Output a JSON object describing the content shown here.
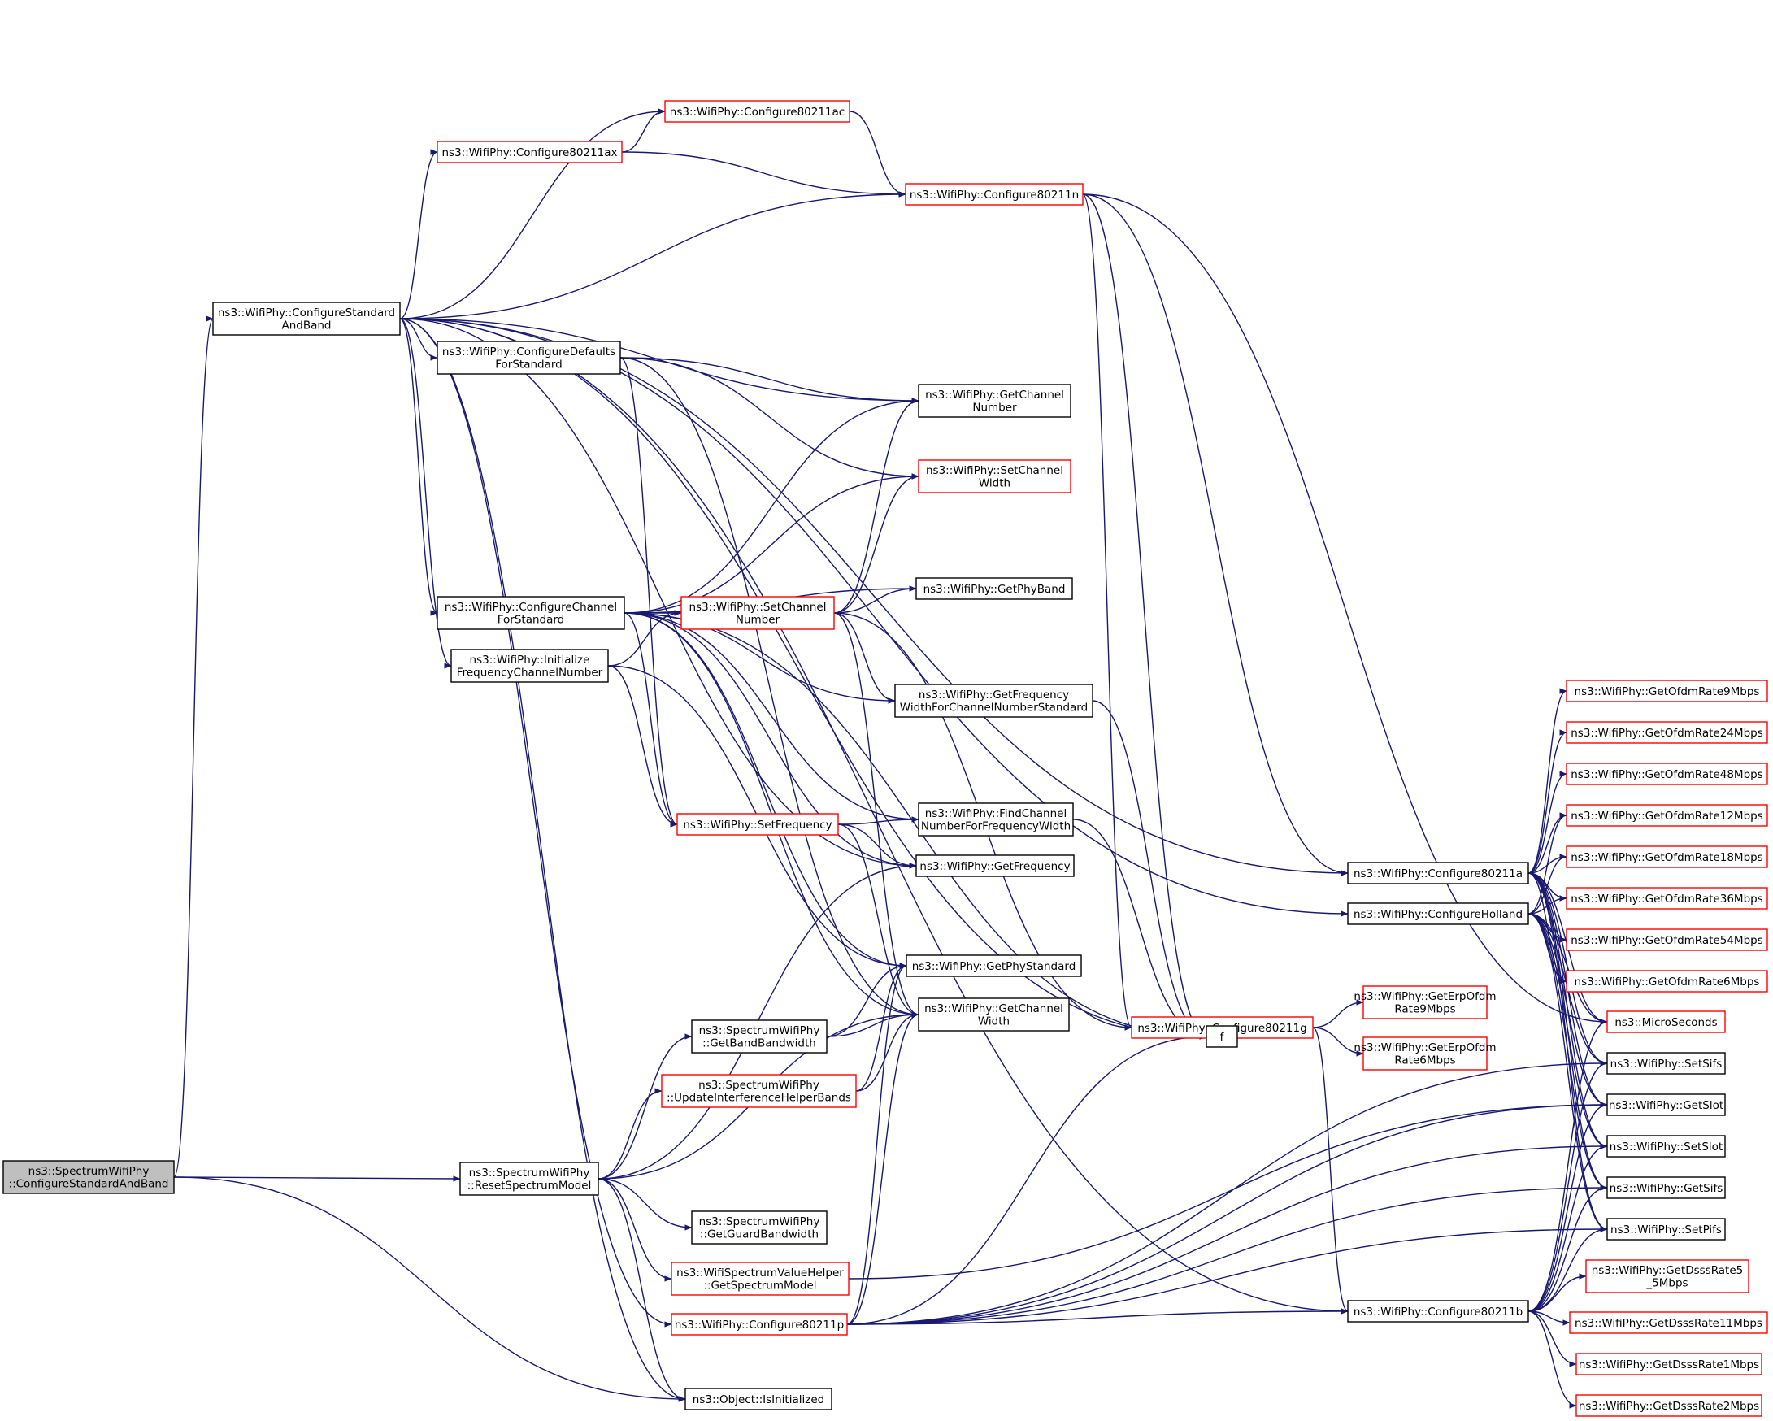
{
  "colors": {
    "edge": "#191970",
    "box_normal": "#000000",
    "box_truncated": "#ff0000",
    "root_fill": "#bfbfbf",
    "background": "#ffffff"
  },
  "nodes": [
    {
      "id": "root",
      "lines": [
        "ns3::SpectrumWifiPhy",
        "::ConfigureStandardAndBand"
      ],
      "style": "root"
    },
    {
      "id": "csab",
      "lines": [
        "ns3::WifiPhy::ConfigureStandard",
        "AndBand"
      ],
      "style": "normal"
    },
    {
      "id": "c11ac",
      "lines": [
        "ns3::WifiPhy::Configure80211ac"
      ],
      "style": "truncated"
    },
    {
      "id": "c11ax",
      "lines": [
        "ns3::WifiPhy::Configure80211ax"
      ],
      "style": "truncated"
    },
    {
      "id": "c11n",
      "lines": [
        "ns3::WifiPhy::Configure80211n"
      ],
      "style": "truncated"
    },
    {
      "id": "cdfs",
      "lines": [
        "ns3::WifiPhy::ConfigureDefaults",
        "ForStandard"
      ],
      "style": "normal"
    },
    {
      "id": "gcn",
      "lines": [
        "ns3::WifiPhy::GetChannel",
        "Number"
      ],
      "style": "normal"
    },
    {
      "id": "scw",
      "lines": [
        "ns3::WifiPhy::SetChannel",
        "Width"
      ],
      "style": "truncated"
    },
    {
      "id": "gpb",
      "lines": [
        "ns3::WifiPhy::GetPhyBand"
      ],
      "style": "normal"
    },
    {
      "id": "ccfs",
      "lines": [
        "ns3::WifiPhy::ConfigureChannel",
        "ForStandard"
      ],
      "style": "normal"
    },
    {
      "id": "scn",
      "lines": [
        "ns3::WifiPhy::SetChannel",
        "Number"
      ],
      "style": "truncated"
    },
    {
      "id": "ifcn",
      "lines": [
        "ns3::WifiPhy::Initialize",
        "FrequencyChannelNumber"
      ],
      "style": "normal"
    },
    {
      "id": "gfw",
      "lines": [
        "ns3::WifiPhy::GetFrequency",
        "WidthForChannelNumberStandard"
      ],
      "style": "normal"
    },
    {
      "id": "sf",
      "lines": [
        "ns3::WifiPhy::SetFrequency"
      ],
      "style": "truncated"
    },
    {
      "id": "fcn",
      "lines": [
        "ns3::WifiPhy::FindChannel",
        "NumberForFrequencyWidth"
      ],
      "style": "normal"
    },
    {
      "id": "gf",
      "lines": [
        "ns3::WifiPhy::GetFrequency"
      ],
      "style": "normal"
    },
    {
      "id": "gps",
      "lines": [
        "ns3::WifiPhy::GetPhyStandard"
      ],
      "style": "normal"
    },
    {
      "id": "gcw",
      "lines": [
        "ns3::WifiPhy::GetChannel",
        "Width"
      ],
      "style": "normal"
    },
    {
      "id": "gbb",
      "lines": [
        "ns3::SpectrumWifiPhy",
        "::GetBandBandwidth"
      ],
      "style": "normal"
    },
    {
      "id": "uih",
      "lines": [
        "ns3::SpectrumWifiPhy",
        "::UpdateInterferenceHelperBands"
      ],
      "style": "truncated"
    },
    {
      "id": "rsm",
      "lines": [
        "ns3::SpectrumWifiPhy",
        "::ResetSpectrumModel"
      ],
      "style": "normal"
    },
    {
      "id": "ggb",
      "lines": [
        "ns3::SpectrumWifiPhy",
        "::GetGuardBandwidth"
      ],
      "style": "normal"
    },
    {
      "id": "gsm",
      "lines": [
        "ns3::WifiSpectrumValueHelper",
        "::GetSpectrumModel"
      ],
      "style": "truncated"
    },
    {
      "id": "c11p",
      "lines": [
        "ns3::WifiPhy::Configure80211p"
      ],
      "style": "truncated"
    },
    {
      "id": "isinit",
      "lines": [
        "ns3::Object::IsInitialized"
      ],
      "style": "normal"
    },
    {
      "id": "c11g",
      "lines": [
        "ns3::WifiPhy::Configure80211g"
      ],
      "style": "truncated"
    },
    {
      "id": "erp9",
      "lines": [
        "ns3::WifiPhy::GetErpOfdm",
        "Rate9Mbps"
      ],
      "style": "truncated"
    },
    {
      "id": "erp6",
      "lines": [
        "ns3::WifiPhy::GetErpOfdm",
        "Rate6Mbps"
      ],
      "style": "truncated"
    },
    {
      "id": "f",
      "lines": [
        "f"
      ],
      "style": "normal"
    },
    {
      "id": "c11a",
      "lines": [
        "ns3::WifiPhy::Configure80211a"
      ],
      "style": "normal"
    },
    {
      "id": "chol",
      "lines": [
        "ns3::WifiPhy::ConfigureHolland"
      ],
      "style": "normal"
    },
    {
      "id": "c11b",
      "lines": [
        "ns3::WifiPhy::Configure80211b"
      ],
      "style": "normal"
    },
    {
      "id": "o9",
      "lines": [
        "ns3::WifiPhy::GetOfdmRate9Mbps"
      ],
      "style": "truncated"
    },
    {
      "id": "o24",
      "lines": [
        "ns3::WifiPhy::GetOfdmRate24Mbps"
      ],
      "style": "truncated"
    },
    {
      "id": "o48",
      "lines": [
        "ns3::WifiPhy::GetOfdmRate48Mbps"
      ],
      "style": "truncated"
    },
    {
      "id": "o12",
      "lines": [
        "ns3::WifiPhy::GetOfdmRate12Mbps"
      ],
      "style": "truncated"
    },
    {
      "id": "o18",
      "lines": [
        "ns3::WifiPhy::GetOfdmRate18Mbps"
      ],
      "style": "truncated"
    },
    {
      "id": "o36",
      "lines": [
        "ns3::WifiPhy::GetOfdmRate36Mbps"
      ],
      "style": "truncated"
    },
    {
      "id": "o54",
      "lines": [
        "ns3::WifiPhy::GetOfdmRate54Mbps"
      ],
      "style": "truncated"
    },
    {
      "id": "o6",
      "lines": [
        "ns3::WifiPhy::GetOfdmRate6Mbps"
      ],
      "style": "truncated"
    },
    {
      "id": "us",
      "lines": [
        "ns3::MicroSeconds"
      ],
      "style": "truncated"
    },
    {
      "id": "ssifs",
      "lines": [
        "ns3::WifiPhy::SetSifs"
      ],
      "style": "normal"
    },
    {
      "id": "gslot",
      "lines": [
        "ns3::WifiPhy::GetSlot"
      ],
      "style": "normal"
    },
    {
      "id": "sslot",
      "lines": [
        "ns3::WifiPhy::SetSlot"
      ],
      "style": "normal"
    },
    {
      "id": "gsifs",
      "lines": [
        "ns3::WifiPhy::GetSifs"
      ],
      "style": "normal"
    },
    {
      "id": "spifs",
      "lines": [
        "ns3::WifiPhy::SetPifs"
      ],
      "style": "normal"
    },
    {
      "id": "d55",
      "lines": [
        "ns3::WifiPhy::GetDsssRate5",
        "_5Mbps"
      ],
      "style": "truncated"
    },
    {
      "id": "d11",
      "lines": [
        "ns3::WifiPhy::GetDsssRate11Mbps"
      ],
      "style": "truncated"
    },
    {
      "id": "d1",
      "lines": [
        "ns3::WifiPhy::GetDsssRate1Mbps"
      ],
      "style": "truncated"
    },
    {
      "id": "d2",
      "lines": [
        "ns3::WifiPhy::GetDsssRate2Mbps"
      ],
      "style": "truncated"
    }
  ],
  "edges": [
    [
      "root",
      "csab"
    ],
    [
      "root",
      "rsm"
    ],
    [
      "root",
      "isinit"
    ],
    [
      "csab",
      "c11ac"
    ],
    [
      "csab",
      "c11ax"
    ],
    [
      "csab",
      "c11n"
    ],
    [
      "csab",
      "cdfs"
    ],
    [
      "csab",
      "gcn"
    ],
    [
      "csab",
      "ccfs"
    ],
    [
      "csab",
      "ifcn"
    ],
    [
      "csab",
      "gf"
    ],
    [
      "csab",
      "c11p"
    ],
    [
      "csab",
      "c11a"
    ],
    [
      "csab",
      "c11b"
    ],
    [
      "csab",
      "isinit"
    ],
    [
      "csab",
      "f"
    ],
    [
      "csab",
      "chol"
    ],
    [
      "c11ax",
      "c11ac"
    ],
    [
      "c11ax",
      "c11n"
    ],
    [
      "c11ac",
      "c11n"
    ],
    [
      "c11n",
      "c11a"
    ],
    [
      "c11n",
      "c11g"
    ],
    [
      "c11n",
      "f"
    ],
    [
      "c11n",
      "us"
    ],
    [
      "cdfs",
      "gcn"
    ],
    [
      "cdfs",
      "scw"
    ],
    [
      "cdfs",
      "sf"
    ],
    [
      "cdfs",
      "gcw"
    ],
    [
      "ccfs",
      "gcn"
    ],
    [
      "ccfs",
      "scw"
    ],
    [
      "ccfs",
      "gpb"
    ],
    [
      "ccfs",
      "scn"
    ],
    [
      "ccfs",
      "gfw"
    ],
    [
      "ccfs",
      "sf"
    ],
    [
      "ccfs",
      "fcn"
    ],
    [
      "ccfs",
      "gf"
    ],
    [
      "ccfs",
      "gps"
    ],
    [
      "ccfs",
      "gcw"
    ],
    [
      "ccfs",
      "f"
    ],
    [
      "scn",
      "gcn"
    ],
    [
      "scn",
      "scw"
    ],
    [
      "scn",
      "gpb"
    ],
    [
      "scn",
      "gfw"
    ],
    [
      "scn",
      "gcw"
    ],
    [
      "scn",
      "c11g"
    ],
    [
      "ifcn",
      "scn"
    ],
    [
      "ifcn",
      "sf"
    ],
    [
      "ifcn",
      "gps"
    ],
    [
      "sf",
      "fcn"
    ],
    [
      "sf",
      "gf"
    ],
    [
      "sf",
      "gcw"
    ],
    [
      "gfw",
      "f"
    ],
    [
      "fcn",
      "f"
    ],
    [
      "gbb",
      "gps"
    ],
    [
      "gbb",
      "gcw"
    ],
    [
      "uih",
      "gps"
    ],
    [
      "uih",
      "gcw"
    ],
    [
      "rsm",
      "gbb"
    ],
    [
      "rsm",
      "uih"
    ],
    [
      "rsm",
      "ggb"
    ],
    [
      "rsm",
      "gsm"
    ],
    [
      "rsm",
      "isinit"
    ],
    [
      "rsm",
      "gf"
    ],
    [
      "rsm",
      "gcw"
    ],
    [
      "gsm",
      "gslot"
    ],
    [
      "c11p",
      "gcw"
    ],
    [
      "c11p",
      "gps"
    ],
    [
      "c11p",
      "f"
    ],
    [
      "c11p",
      "c11b"
    ],
    [
      "c11p",
      "ssifs"
    ],
    [
      "c11p",
      "gslot"
    ],
    [
      "c11p",
      "sslot"
    ],
    [
      "c11p",
      "gsifs"
    ],
    [
      "c11p",
      "spifs"
    ],
    [
      "c11g",
      "erp9"
    ],
    [
      "c11g",
      "erp6"
    ],
    [
      "c11g",
      "c11b"
    ],
    [
      "c11a",
      "o9"
    ],
    [
      "c11a",
      "o24"
    ],
    [
      "c11a",
      "o48"
    ],
    [
      "c11a",
      "o12"
    ],
    [
      "c11a",
      "o18"
    ],
    [
      "c11a",
      "o36"
    ],
    [
      "c11a",
      "o54"
    ],
    [
      "c11a",
      "o6"
    ],
    [
      "c11a",
      "us"
    ],
    [
      "c11a",
      "ssifs"
    ],
    [
      "c11a",
      "gslot"
    ],
    [
      "c11a",
      "sslot"
    ],
    [
      "c11a",
      "gsifs"
    ],
    [
      "c11a",
      "spifs"
    ],
    [
      "chol",
      "o12"
    ],
    [
      "chol",
      "o18"
    ],
    [
      "chol",
      "o36"
    ],
    [
      "chol",
      "o54"
    ],
    [
      "chol",
      "o6"
    ],
    [
      "chol",
      "us"
    ],
    [
      "chol",
      "ssifs"
    ],
    [
      "chol",
      "gslot"
    ],
    [
      "chol",
      "sslot"
    ],
    [
      "chol",
      "gsifs"
    ],
    [
      "chol",
      "spifs"
    ],
    [
      "c11b",
      "us"
    ],
    [
      "c11b",
      "ssifs"
    ],
    [
      "c11b",
      "gslot"
    ],
    [
      "c11b",
      "sslot"
    ],
    [
      "c11b",
      "gsifs"
    ],
    [
      "c11b",
      "spifs"
    ],
    [
      "c11b",
      "d55"
    ],
    [
      "c11b",
      "d11"
    ],
    [
      "c11b",
      "d1"
    ],
    [
      "c11b",
      "d2"
    ]
  ]
}
